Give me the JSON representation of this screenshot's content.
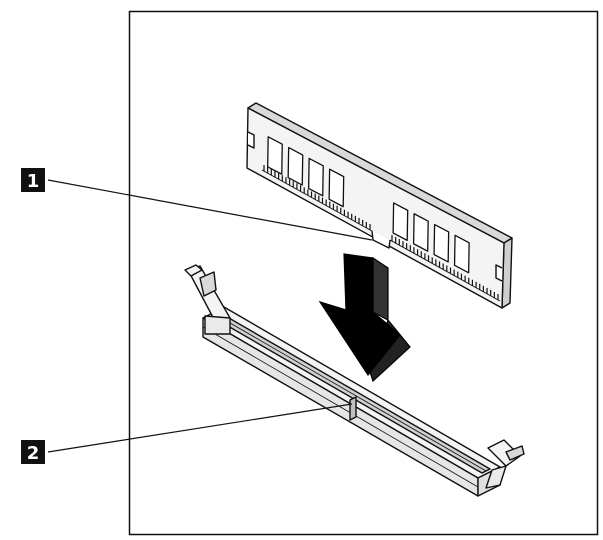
{
  "callouts": [
    {
      "label": "1",
      "target": "memory-module-notch"
    },
    {
      "label": "2",
      "target": "memory-slot-key"
    }
  ],
  "colors": {
    "line": "#111111",
    "fill_light": "#f2f2f2",
    "fill_mid": "#d9d9d9",
    "arrow": "#000000",
    "background": "#ffffff"
  },
  "icons": {
    "arrow": "down-arrow-icon",
    "module": "memory-module-illustration",
    "slot": "memory-slot-illustration"
  }
}
